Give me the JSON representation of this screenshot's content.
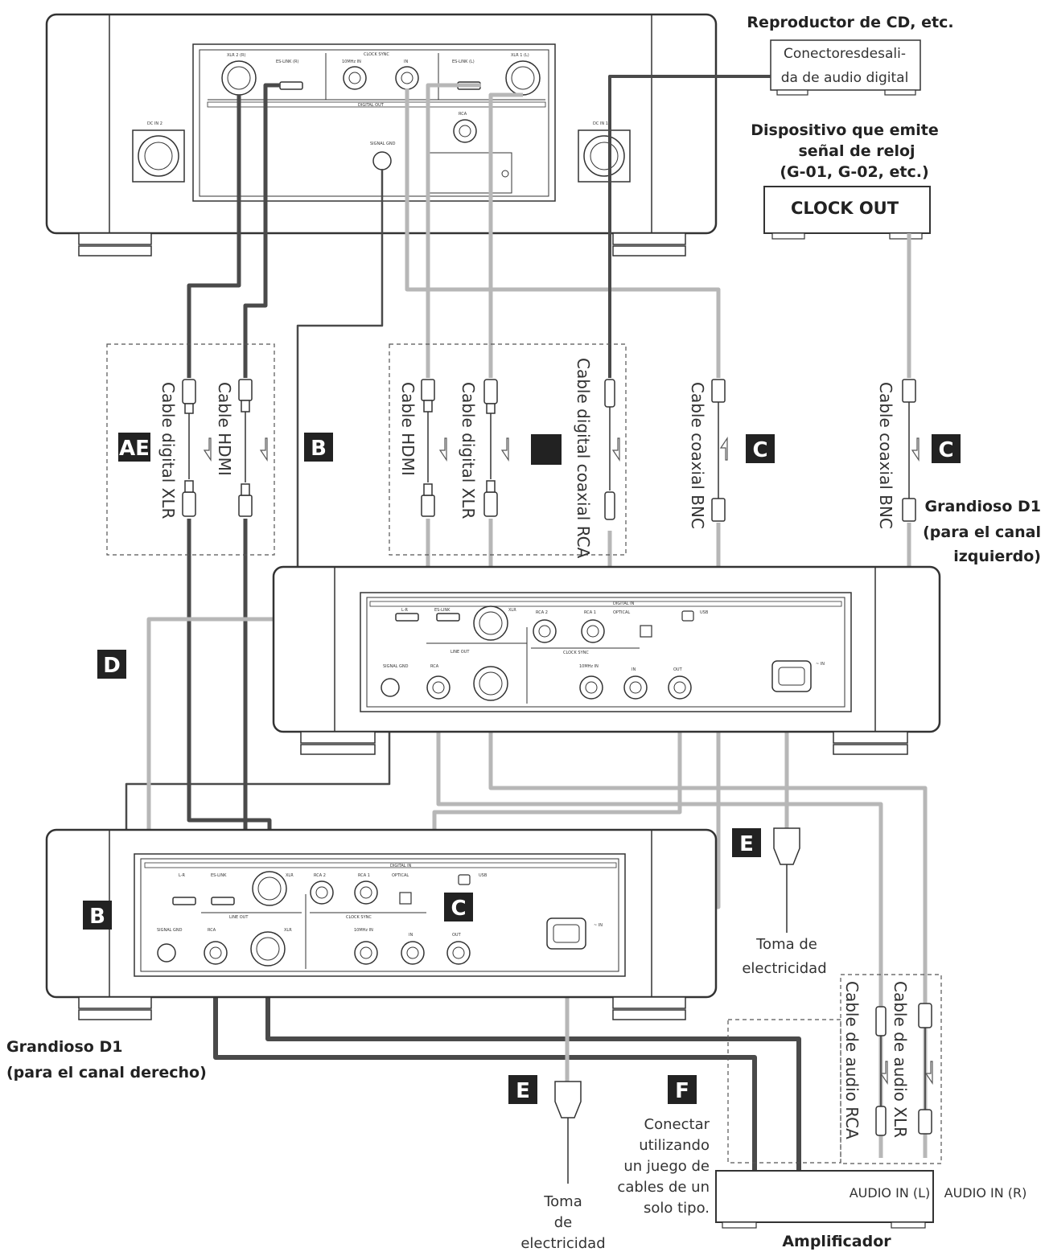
{
  "source_device": {
    "title": "Reproductor de CD, etc.",
    "box_line1": "Conectoresdesali-",
    "box_line2": "da  de audio digital"
  },
  "clock_device": {
    "title_line1": "Dispositivo que emite",
    "title_line2": "señal de reloj",
    "title_line3": "(G-01, G-02, etc.)",
    "box_label": "CLOCK OUT"
  },
  "left_unit": {
    "title_line1": "Grandioso D1",
    "title_line2": "(para el canal",
    "title_line3": "izquierdo)"
  },
  "right_unit": {
    "title_line1": "Grandioso D1",
    "title_line2": "(para el canal derecho)"
  },
  "amplifier": {
    "title": "Amplificador",
    "input_l": "AUDIO IN (L)",
    "input_r": "AUDIO IN (R)"
  },
  "cables": {
    "xlr_digital": "Cable digital XLR",
    "hdmi": "Cable HDMI",
    "hdmi_2": "Cable HDMI",
    "xlr_digital_2": "Cable digital XLR",
    "rca_coax": "Cable digital coaxial RCA",
    "bnc_1": "Cable coaxial BNC",
    "bnc_2": "Cable coaxial BNC",
    "rca_audio": "Cable de audio RCA",
    "xlr_audio": "Cable de audio XLR"
  },
  "badges": {
    "a": "AE",
    "b1": "B",
    "b2": "B",
    "c1": "C",
    "c2": "C",
    "c3": "C",
    "d": "D",
    "e1": "E",
    "e2": "E",
    "f": "F"
  },
  "power_outlet_1": {
    "line1": "Toma de",
    "line2": "electricidad"
  },
  "power_outlet_2": {
    "line1": "Toma",
    "line2": "de",
    "line3": "electricidad"
  },
  "note_f": {
    "line1": "Conectar",
    "line2": "utilizando",
    "line3": "un juego de",
    "line4": "cables de un",
    "line5": "solo tipo."
  },
  "panel_labels": {
    "xlr2": "XLR 2 (R)",
    "eslink_r": "ES-LINK (R)",
    "clock_sync": "CLOCK SYNC",
    "tenmhz_in": "10MHz IN",
    "in": "IN",
    "eslink_l": "ES-LINK (L)",
    "xlr1": "XLR 1 (L)",
    "digital_out": "DIGITAL OUT",
    "rca": "RCA",
    "dc_in2": "DC IN 2",
    "dc_in1": "DC IN 1",
    "signal_gnd": "SIGNAL GND",
    "lr": "L-R",
    "eslink": "ES-LINK",
    "xlr": "XLR",
    "rca2": "RCA 2",
    "rca1": "RCA 1",
    "optical": "OPTICAL",
    "digital_in": "DIGITAL IN",
    "usb": "USB",
    "line_out": "LINE OUT",
    "clock_sync_b": "CLOCK SYNC",
    "tenmhz": "10MHz IN",
    "out": "OUT",
    "ac_in": "~ IN"
  },
  "colors": {
    "dark_cable": "#4a4a4a",
    "light_cable": "#b7b7b7",
    "badge": "#222222",
    "outline": "#333333"
  }
}
